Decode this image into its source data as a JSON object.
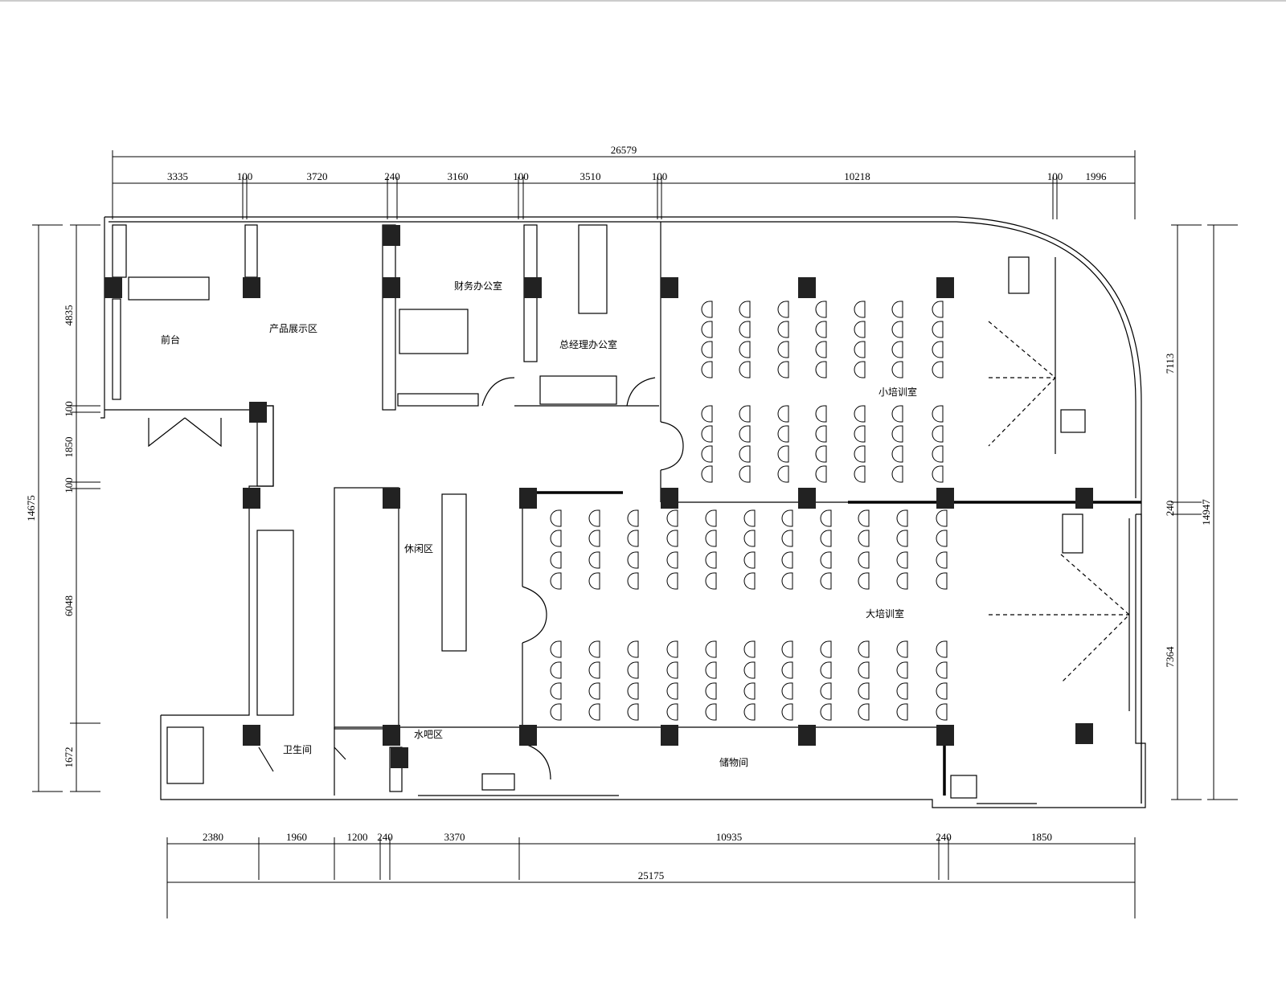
{
  "rooms": {
    "reception": "前台",
    "product_display": "产品展示区",
    "finance_office": "财务办公室",
    "gm_office": "总经理办公室",
    "small_training": "小培训室",
    "large_training": "大培训室",
    "leisure_area": "休闲区",
    "restroom": "卫生间",
    "water_bar": "水吧区",
    "storage": "储物间"
  },
  "dimensions": {
    "top_total": "26579",
    "top": [
      "3335",
      "100",
      "3720",
      "240",
      "3160",
      "100",
      "3510",
      "100",
      "10218",
      "100",
      "1996"
    ],
    "bottom_total": "25175",
    "bottom": [
      "2380",
      "1960",
      "1200",
      "240",
      "3370",
      "10935",
      "240",
      "1850"
    ],
    "left_total": "14675",
    "left": [
      "4835",
      "100",
      "1850",
      "100",
      "6048",
      "1672"
    ],
    "right_total": "14947",
    "right": [
      "7113",
      "240",
      "7364"
    ]
  },
  "colors": {
    "line": "#000000",
    "column": "#222222"
  }
}
